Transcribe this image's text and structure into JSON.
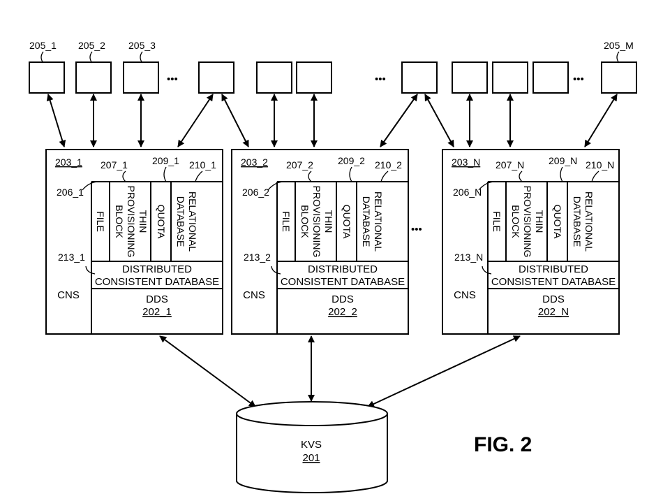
{
  "figure_label": "FIG. 2",
  "clients": {
    "labels": [
      "205_1",
      "205_2",
      "205_3",
      "205_M"
    ],
    "ellipsis": "•••"
  },
  "nodes": [
    {
      "node_label": "203_1",
      "file_ref": "206_1",
      "tpb_ref": "207_1",
      "quota_ref": "209_1",
      "rdb_ref": "210_1",
      "dcd_ref": "213_1",
      "cns": "CNS",
      "file": "FILE",
      "tpb_line1": "THIN",
      "tpb_line2": "PROVISIONING",
      "tpb_line3": "BLOCK",
      "quota": "QUOTA",
      "rdb_line1": "RELATIONAL",
      "rdb_line2": "DATABASE",
      "dcd_line1": "DISTRIBUTED",
      "dcd_line2": "CONSISTENT DATABASE",
      "dds": "DDS",
      "dds_ref": "202_1"
    },
    {
      "node_label": "203_2",
      "file_ref": "206_2",
      "tpb_ref": "207_2",
      "quota_ref": "209_2",
      "rdb_ref": "210_2",
      "dcd_ref": "213_2",
      "cns": "CNS",
      "file": "FILE",
      "tpb_line1": "THIN",
      "tpb_line2": "PROVISIONING",
      "tpb_line3": "BLOCK",
      "quota": "QUOTA",
      "rdb_line1": "RELATIONAL",
      "rdb_line2": "DATABASE",
      "dcd_line1": "DISTRIBUTED",
      "dcd_line2": "CONSISTENT DATABASE",
      "dds": "DDS",
      "dds_ref": "202_2"
    },
    {
      "node_label": "203_N",
      "file_ref": "206_N",
      "tpb_ref": "207_N",
      "quota_ref": "209_N",
      "rdb_ref": "210_N",
      "dcd_ref": "213_N",
      "cns": "CNS",
      "file": "FILE",
      "tpb_line1": "THIN",
      "tpb_line2": "PROVISIONING",
      "tpb_line3": "BLOCK",
      "quota": "QUOTA",
      "rdb_line1": "RELATIONAL",
      "rdb_line2": "DATABASE",
      "dcd_line1": "DISTRIBUTED",
      "dcd_line2": "CONSISTENT DATABASE",
      "dds": "DDS",
      "dds_ref": "202_N"
    }
  ],
  "kvs": {
    "name": "KVS",
    "ref": "201"
  }
}
